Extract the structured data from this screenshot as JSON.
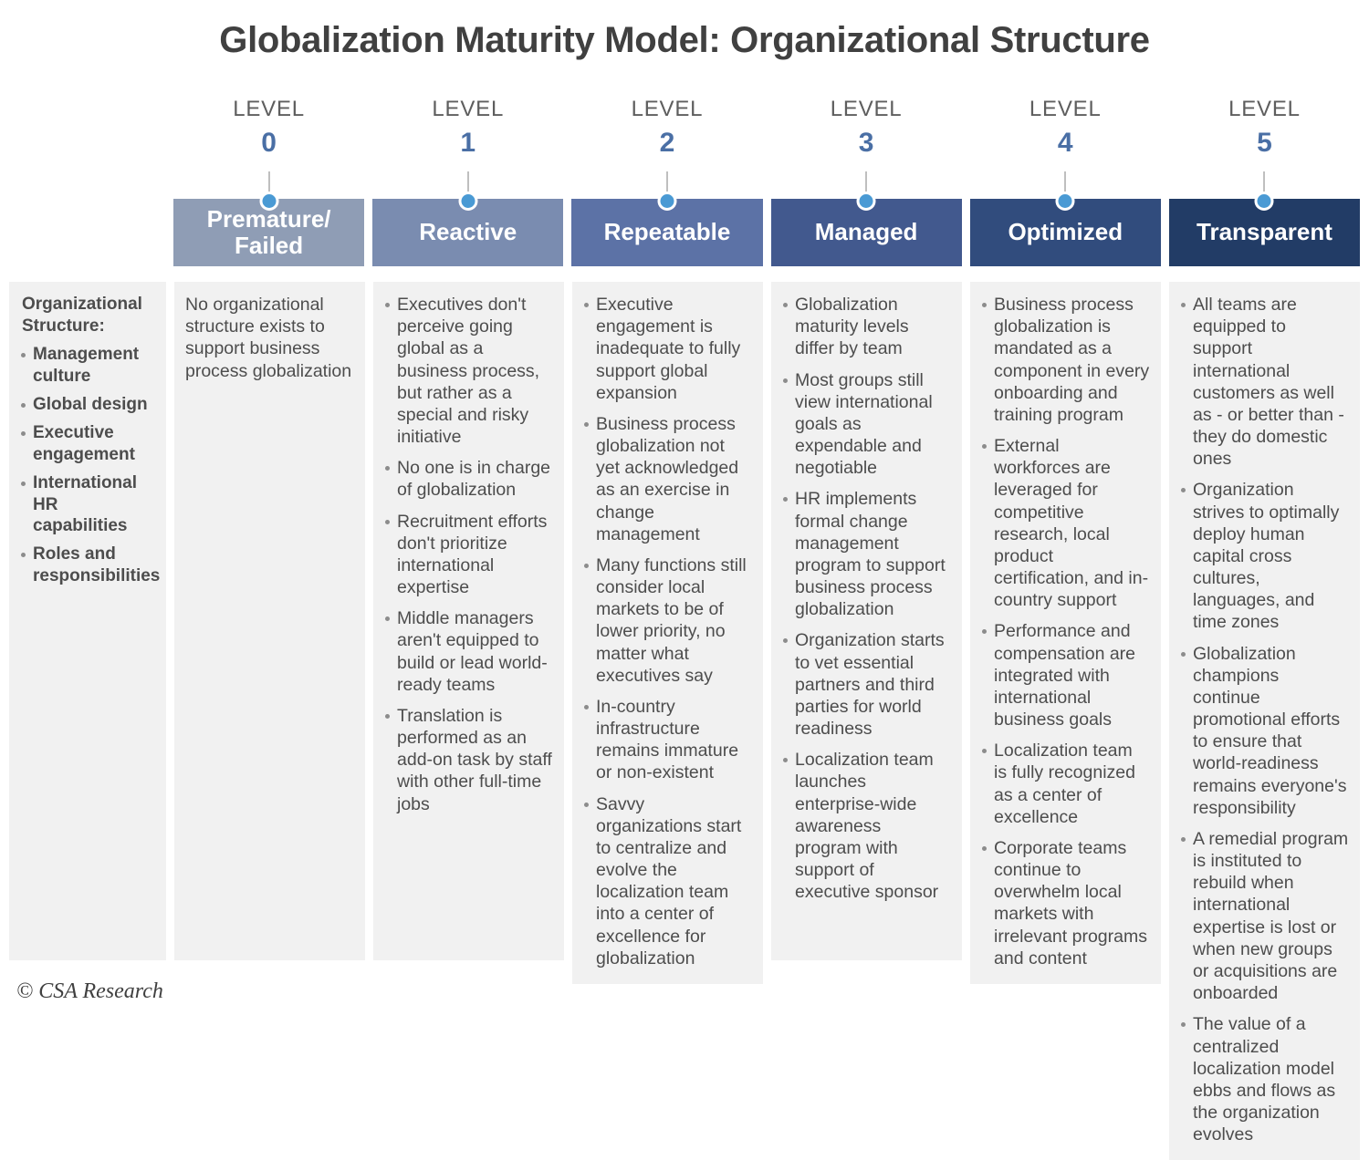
{
  "title": "Globalization Maturity Model: Organizational Structure",
  "footer": "© CSA Research",
  "level_word": "LEVEL",
  "colors": {
    "level0_bar": "#8f9db5",
    "level1_bar": "#7a8cb0",
    "level2_bar": "#5c72a6",
    "level3_bar": "#42598e",
    "level4_bar": "#314c7d",
    "level5_bar": "#223c66",
    "connector_dot": "#4a9ad4",
    "connector_line": "#bfbfbf",
    "level_number": "#4a6fa5",
    "level_word_color": "#5e5e5e",
    "panel_bg": "#f1f1f1",
    "body_text": "#4d4d4d",
    "title_text": "#404040"
  },
  "sidebar": {
    "heading": "Organizational Structure:",
    "items": [
      "Management culture",
      "Global design",
      "Executive engagement",
      "International HR capabilities",
      "Roles and responsibilities"
    ]
  },
  "levels": [
    {
      "number": "0",
      "name": "Premature/ Failed",
      "paragraph": "No organizational structure exists to support business process globalization",
      "bullets": []
    },
    {
      "number": "1",
      "name": "Reactive",
      "bullets": [
        "Executives don't perceive going global as a business process, but rather as a special and risky initiative",
        "No one is in charge of globalization",
        "Recruitment efforts don't prioritize international expertise",
        "Middle managers aren't equipped to build or lead world-ready teams",
        "Translation is performed as an add-on task by staff with other full-time jobs"
      ]
    },
    {
      "number": "2",
      "name": "Repeatable",
      "bullets": [
        "Executive engagement is inadequate to fully support global expansion",
        "Business process globalization not yet acknowledged as an exercise in change management",
        "Many functions still consider local markets to be of lower priority, no matter what executives say",
        "In-country infrastructure remains immature or non-existent",
        "Savvy organizations start to centralize and evolve the localization team into a center of excellence for globalization"
      ]
    },
    {
      "number": "3",
      "name": "Managed",
      "bullets": [
        "Globalization maturity levels differ by team",
        "Most groups still view international goals as expendable and negotiable",
        "HR implements formal change management program to support business process globalization",
        "Organization starts to vet essential partners and third parties for world readiness",
        "Localization team launches enterprise-wide awareness program with support of executive sponsor"
      ]
    },
    {
      "number": "4",
      "name": "Optimized",
      "bullets": [
        "Business process globalization is mandated as a component in every onboarding and training program",
        "External workforces are leveraged for competitive research, local product certification, and in-country support",
        "Performance and compensation are integrated with international business goals",
        "Localization team is fully recognized as a center of excellence",
        "Corporate teams continue to overwhelm local markets with irrelevant programs and content"
      ]
    },
    {
      "number": "5",
      "name": "Transparent",
      "bullets": [
        "All teams are equipped to support international customers as well as - or better than - they do domestic ones",
        "Organization strives to optimally deploy human capital cross cultures, languages, and time zones",
        "Globalization champions continue promotional efforts to ensure that world-readiness remains everyone's responsibility",
        "A remedial program is instituted to rebuild when international expertise is lost or when new groups or acquisitions are onboarded",
        "The value of a centralized localization model ebbs and flows as the organization evolves"
      ]
    }
  ]
}
